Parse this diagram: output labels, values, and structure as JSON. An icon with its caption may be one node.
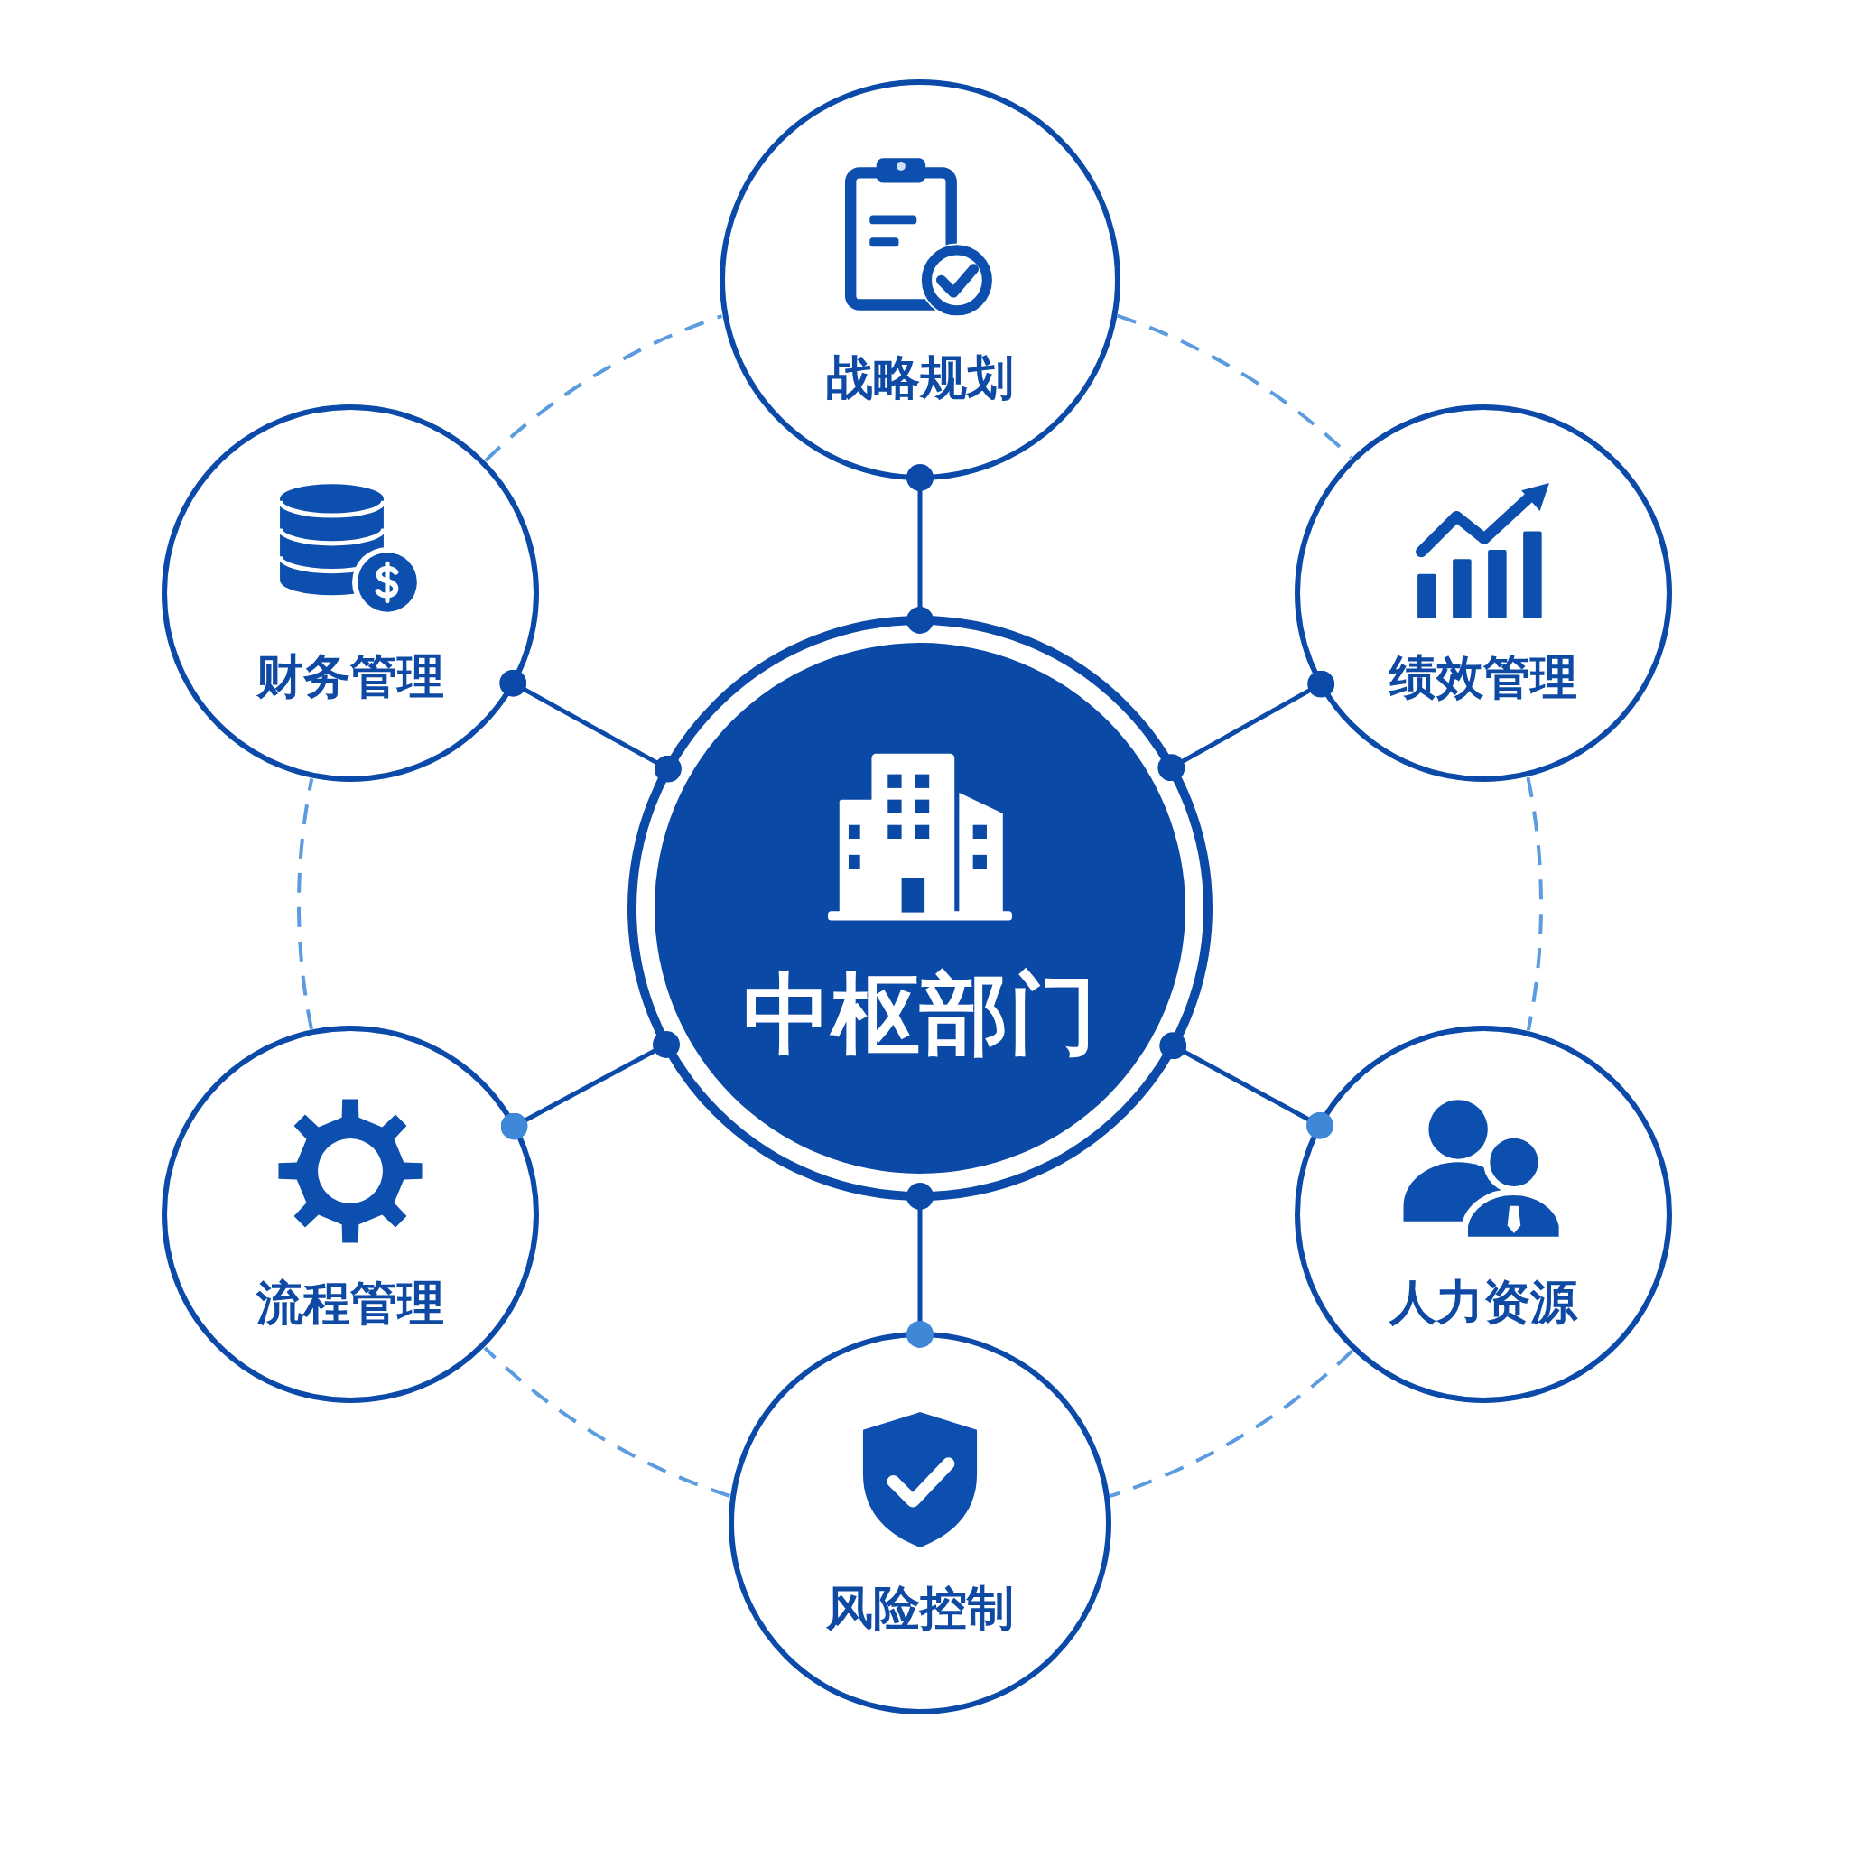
{
  "diagram": {
    "nodes": [
      {
        "text": [
          "战略规划"
        ]
      },
      {
        "text": [
          "财务管理"
        ]
      },
      {
        "text": [
          "绩效管理"
        ]
      },
      {
        "text": [
          "中枢部门"
        ]
      },
      {
        "text": [
          "流程管理"
        ]
      },
      {
        "text": [
          "人力资源"
        ]
      },
      {
        "text": [
          "风险控制"
        ]
      }
    ],
    "edges": [
      {
        "from": 3,
        "to": 0,
        "arrow": "other"
      },
      {
        "from": 3,
        "to": 2,
        "arrow": "other"
      },
      {
        "from": 3,
        "to": 5,
        "arrow": "other"
      },
      {
        "from": 3,
        "to": 6,
        "arrow": "other"
      },
      {
        "from": 3,
        "to": 4,
        "arrow": "other"
      },
      {
        "from": 3,
        "to": 1,
        "arrow": "other"
      },
      {
        "from": 0,
        "to": 2,
        "arrow": "none",
        "style": "dashed",
        "color": "#5b9be0"
      },
      {
        "from": 2,
        "to": 5,
        "arrow": "none",
        "style": "dashed",
        "color": "#5b9be0"
      },
      {
        "from": 5,
        "to": 6,
        "arrow": "none",
        "style": "dashed",
        "color": "#5b9be0"
      },
      {
        "from": 6,
        "to": 4,
        "arrow": "none",
        "style": "dashed",
        "color": "#5b9be0"
      },
      {
        "from": 4,
        "to": 1,
        "arrow": "none",
        "style": "dashed",
        "color": "#5b9be0"
      },
      {
        "from": 1,
        "to": 0,
        "arrow": "none",
        "style": "dashed",
        "color": "#5b9be0"
      }
    ]
  }
}
